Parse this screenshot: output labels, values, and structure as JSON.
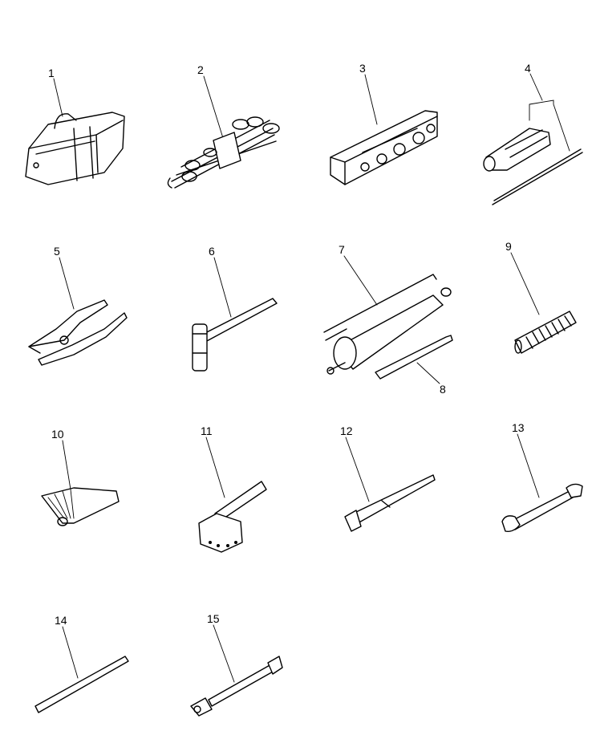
{
  "parts": [
    {
      "id": "tool-bag",
      "label": "1"
    },
    {
      "id": "wrench-set",
      "label": "2"
    },
    {
      "id": "socket-set-box",
      "label": "3"
    },
    {
      "id": "screwdriver",
      "label": "4"
    },
    {
      "id": "pliers",
      "label": "5"
    },
    {
      "id": "hammer",
      "label": "6"
    },
    {
      "id": "grease-gun",
      "label": "7"
    },
    {
      "id": "grease-gun-nozzle",
      "label": "8"
    },
    {
      "id": "spring",
      "label": "9"
    },
    {
      "id": "feeler-gauge",
      "label": "10"
    },
    {
      "id": "filter-wrench",
      "label": "11"
    },
    {
      "id": "pry-bar",
      "label": "12"
    },
    {
      "id": "open-end-wrench",
      "label": "13"
    },
    {
      "id": "bar",
      "label": "14"
    },
    {
      "id": "socket-wrench",
      "label": "15"
    }
  ]
}
